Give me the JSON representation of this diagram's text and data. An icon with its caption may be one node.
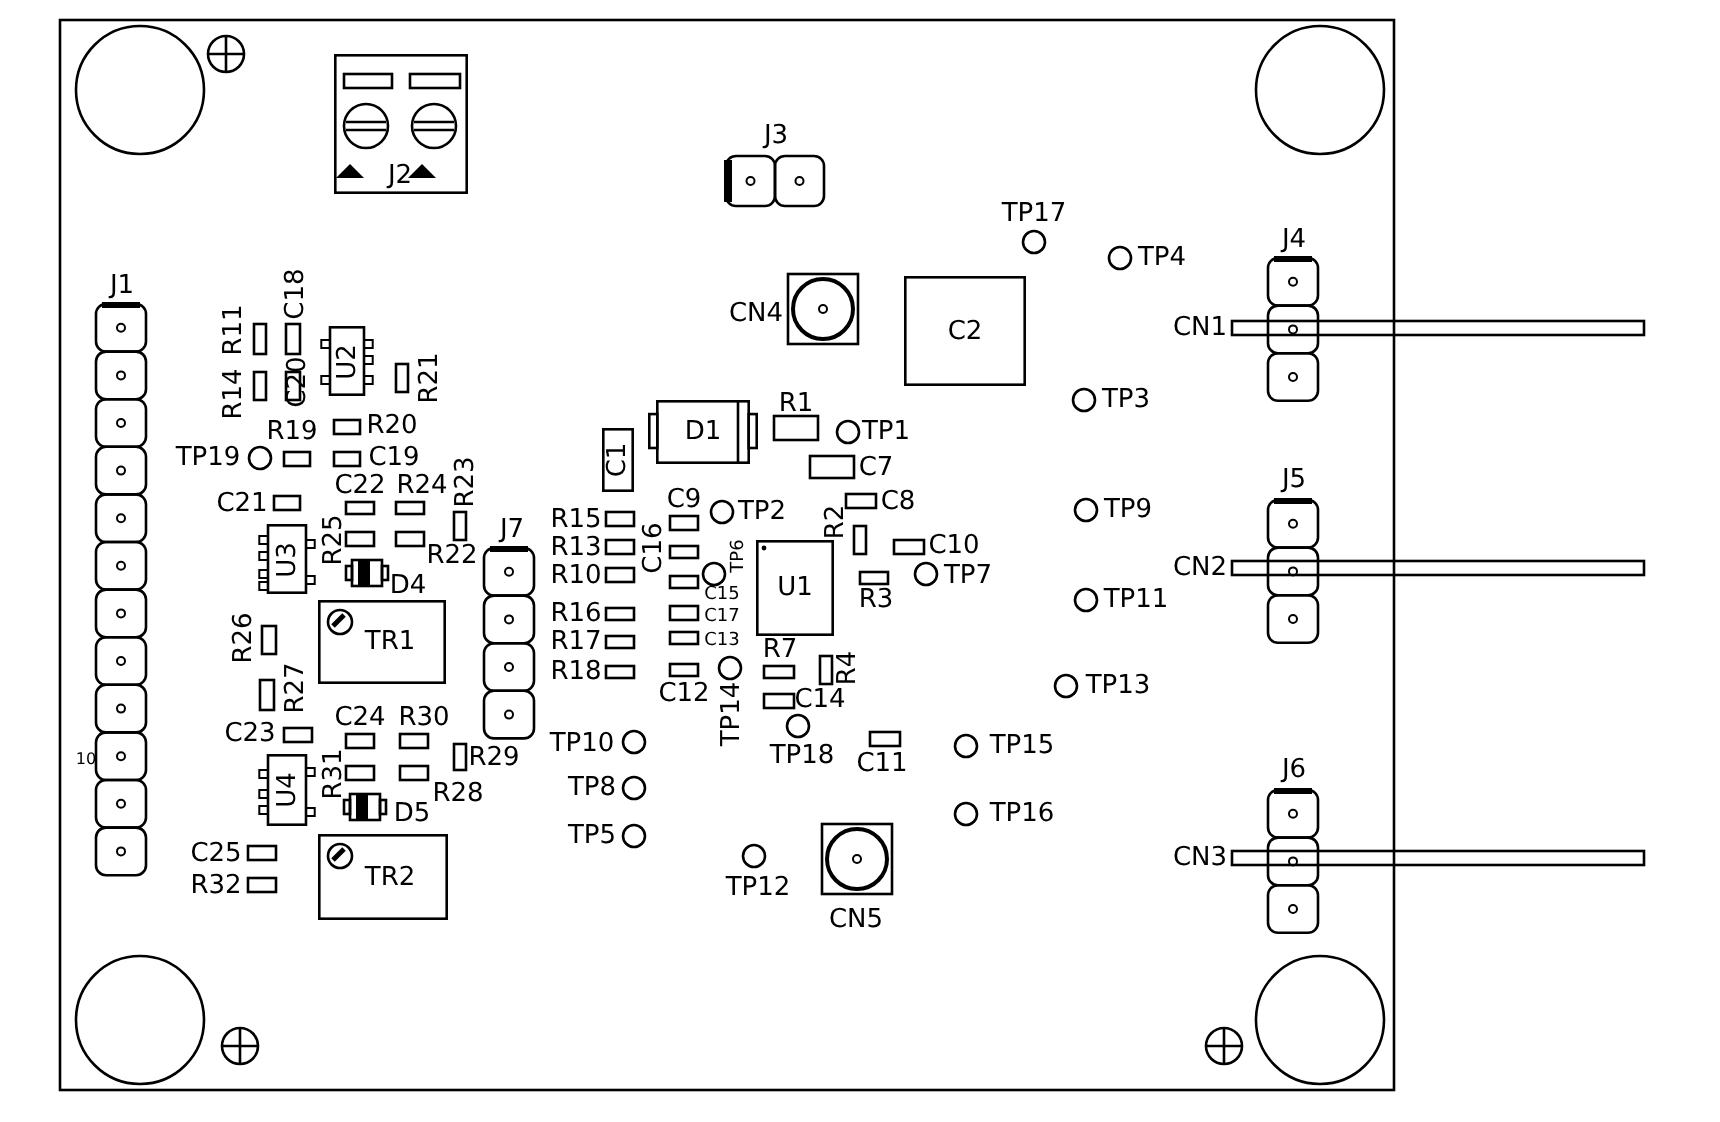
{
  "diagram": {
    "nodes": [
      {
        "text": [
          "J2"
        ]
      },
      {
        "text": [
          "U2"
        ]
      },
      {
        "text": [
          "C2"
        ]
      },
      {
        "text": [
          "D1"
        ]
      },
      {
        "text": [
          "C1"
        ]
      },
      {
        "text": [
          "U3"
        ]
      },
      {
        "text": [
          "U1"
        ]
      },
      {
        "text": [
          "TR1"
        ]
      },
      {
        "text": [
          "U4"
        ]
      },
      {
        "text": [
          "TR2"
        ]
      }
    ],
    "labels": [
      "J3",
      "TP17",
      "TP4",
      "J4",
      "J1",
      "R11",
      "C18",
      "CN4",
      "CN1",
      "R14",
      "C20",
      "R21",
      "TP3",
      "R1",
      "R19",
      "R20",
      "TP1",
      "TP19",
      "C19",
      "C7",
      "J5",
      "C22",
      "R24",
      "R23",
      "C9",
      "C21",
      "C8",
      "TP2",
      "TP9",
      "R15",
      "R2",
      "J7",
      "R25",
      "C10",
      "R13",
      "C16",
      "TP6",
      "R22",
      "CN2",
      "TP7",
      "R10",
      "D4",
      "C15",
      "TP11",
      "R3",
      "R16",
      "C17",
      "R26",
      "R17",
      "C13",
      "R7",
      "R4",
      "R18",
      "TP13",
      "R27",
      "C12",
      "C14",
      "TP14",
      "C24",
      "R30",
      "C23",
      "TP10",
      "TP15",
      "TP18",
      "R29",
      "10",
      "C11",
      "J6",
      "R31",
      "TP8",
      "R28",
      "D5",
      "TP16",
      "TP5",
      "C25",
      "CN3",
      "R32",
      "TP12",
      "CN5"
    ]
  }
}
